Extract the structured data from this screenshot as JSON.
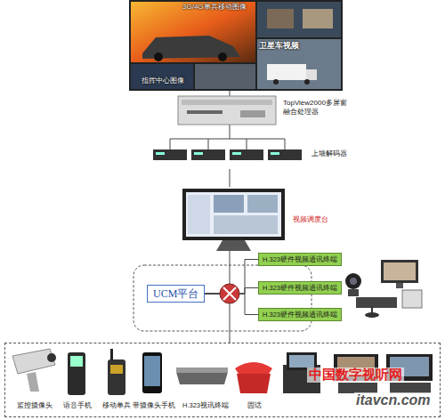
{
  "diagram": {
    "nodes": [
      {
        "text": [
          "3G/4G单兵移动图像",
          "卫星车视频",
          "指挥中心图像"
        ]
      },
      {
        "text": [
          "TopView2000多屏窗融合处理器"
        ]
      },
      {
        "text": [
          "上墙解码器"
        ]
      },
      {
        "text": [
          "视频调度台"
        ]
      },
      {
        "text": [
          "UCM平台"
        ]
      },
      {
        "text": [
          "H.323硬件视频通讯终端"
        ]
      },
      {
        "text": [
          "H.323硬件视频通讯终端"
        ]
      },
      {
        "text": [
          "H.323硬件视频通讯终端"
        ]
      },
      {
        "text": [
          "监控摄像头",
          "语音手机",
          "移动单兵",
          "带摄像头手机",
          "H.323视讯终端",
          "固话"
        ]
      }
    ],
    "edges": [
      {
        "from": 0,
        "to": 1,
        "arrow": "none"
      },
      {
        "from": 1,
        "to": 2,
        "arrow": "none"
      },
      {
        "from": 2,
        "to": 3,
        "arrow": "none"
      },
      {
        "from": 3,
        "to": 4,
        "arrow": "none"
      },
      {
        "from": 4,
        "to": 5,
        "arrow": "none"
      },
      {
        "from": 4,
        "to": 6,
        "arrow": "none"
      },
      {
        "from": 4,
        "to": 7,
        "arrow": "none"
      },
      {
        "from": 4,
        "to": 8,
        "arrow": "none"
      }
    ],
    "labels": [
      "中国数字视听网",
      "itavcn.com"
    ]
  }
}
